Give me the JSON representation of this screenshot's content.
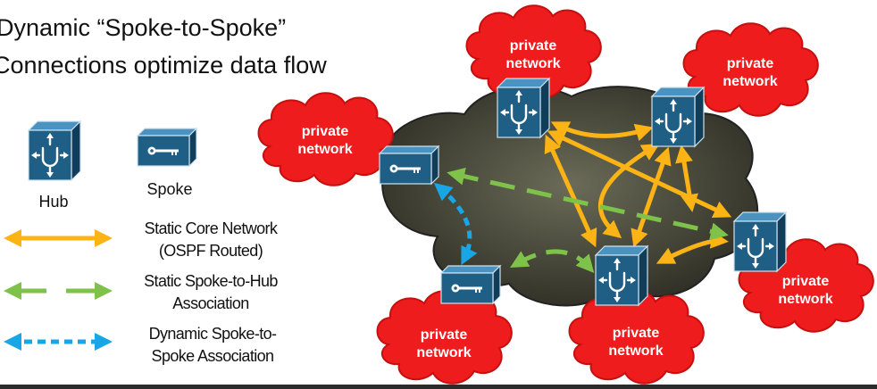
{
  "title_lines": [
    "Dynamic “Spoke-to-Spoke”",
    "Connections optimize data flow"
  ],
  "legend": {
    "hub_label": "Hub",
    "spoke_label": "Spoke",
    "static_core": [
      "Static Core Network",
      "(OSPF Routed)"
    ],
    "static_spoke_hub": [
      "Static Spoke-to-Hub",
      "Association"
    ],
    "dynamic_spoke": [
      "Dynamic Spoke-to-",
      "Spoke Association"
    ]
  },
  "cloud_label": [
    "private",
    "network"
  ],
  "colors": {
    "cloud_red": "#ee1c1c",
    "core_cloud": "#4a4a3c",
    "device_blue": "#1f5f86",
    "static_core": "#fbb315",
    "static_spoke_hub": "#7fc24a",
    "dynamic": "#19a6e5"
  },
  "icons": {
    "hub": "router-hub-icon",
    "spoke": "router-spoke-icon"
  }
}
